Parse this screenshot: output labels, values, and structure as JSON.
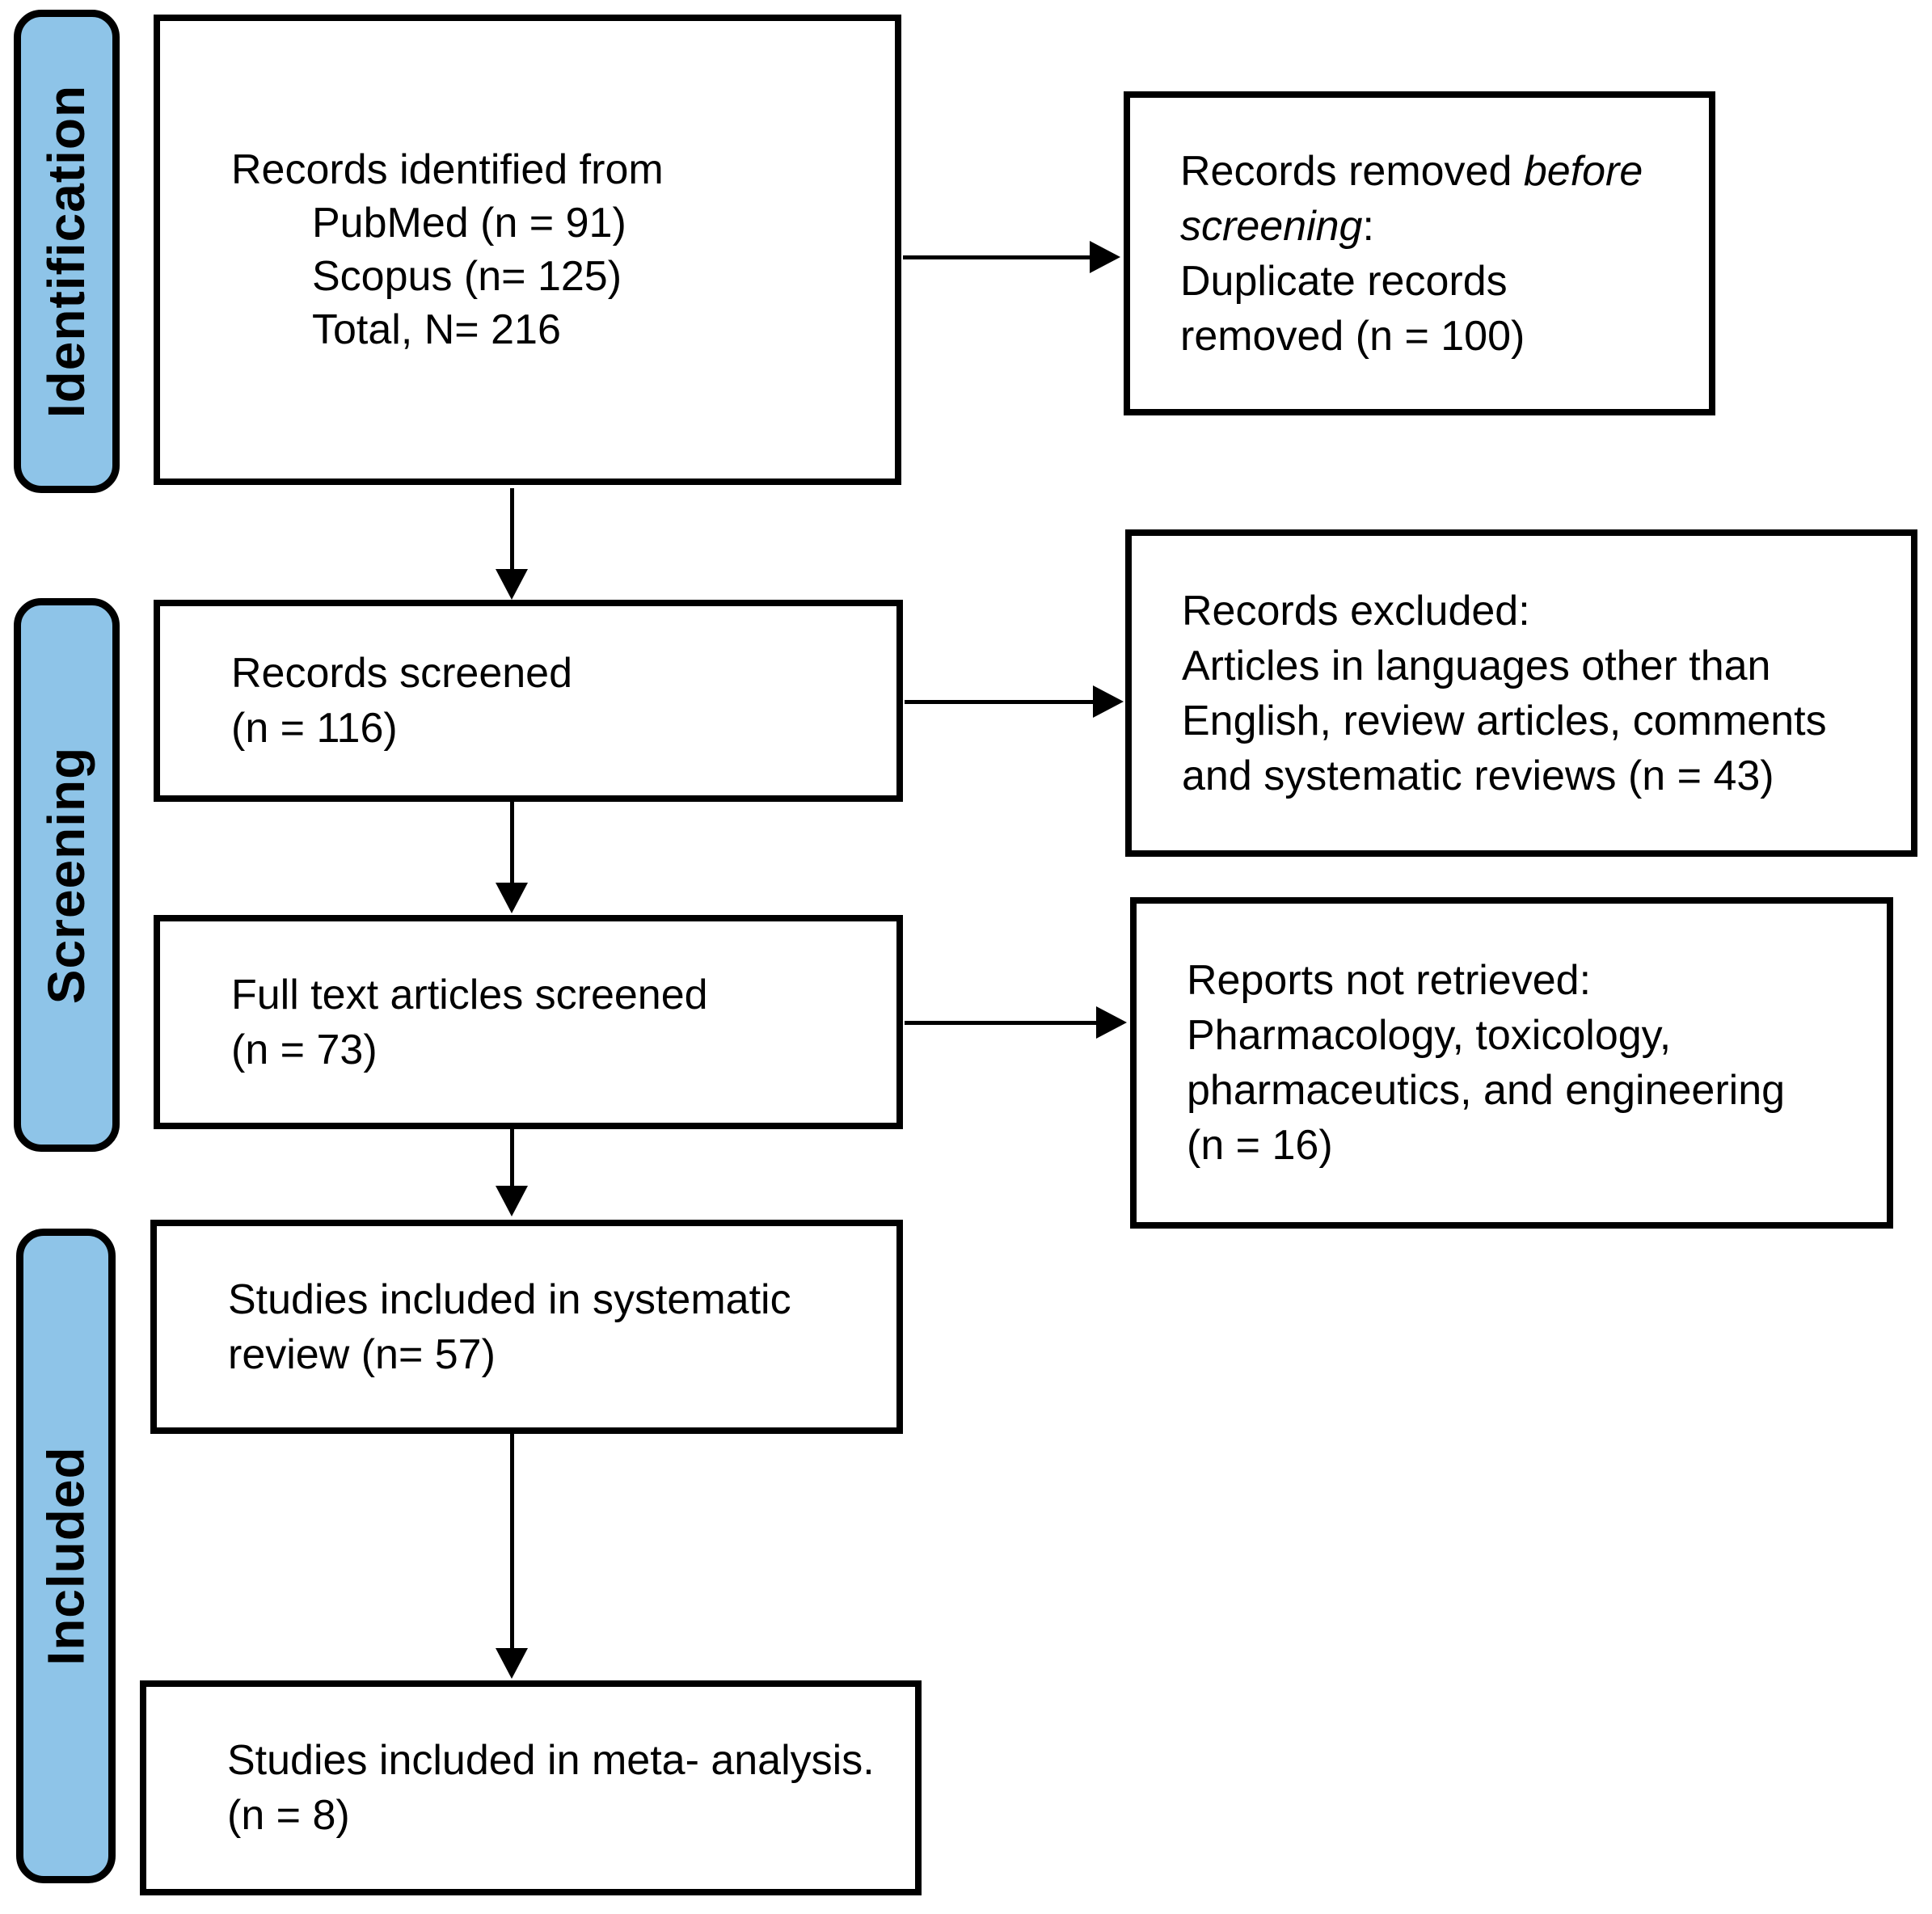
{
  "diagram": {
    "stages": {
      "identification": "Identification",
      "screening": "Screening",
      "included": "Included"
    },
    "main_boxes": {
      "records_identified": {
        "line1": "Records identified from",
        "line2": "PubMed (n = 91)",
        "line3": "Scopus (n= 125)",
        "line4": "Total, N= 216"
      },
      "records_screened": {
        "line1": "Records screened",
        "line2": "(n = 116)"
      },
      "full_text_screened": {
        "line1": "Full text articles screened",
        "line2": "(n = 73)"
      },
      "systematic_review": {
        "line1": "Studies included in systematic",
        "line2": "review (n= 57)"
      },
      "meta_analysis": {
        "line1": "Studies included in meta- analysis.",
        "line2": "(n = 8)"
      }
    },
    "side_boxes": {
      "records_removed": {
        "line1_regular": "Records removed ",
        "line1_italic": "before",
        "line2_italic": "screening",
        "line2_regular": ":",
        "line3": "Duplicate records",
        "line4": "removed (n = 100)"
      },
      "records_excluded": {
        "line1": "Records excluded:",
        "line2": "Articles in languages other than",
        "line3": "English, review articles, comments",
        "line4": "and systematic reviews (n = 43)"
      },
      "reports_not_retrieved": {
        "line1": "Reports not retrieved:",
        "line2": "Pharmacology, toxicology,",
        "line3": "pharmaceutics, and engineering",
        "line4": "(n = 16)"
      }
    },
    "colors": {
      "stage_fill": "#8EC4E8",
      "border": "#000000",
      "background": "#FFFFFF"
    }
  }
}
